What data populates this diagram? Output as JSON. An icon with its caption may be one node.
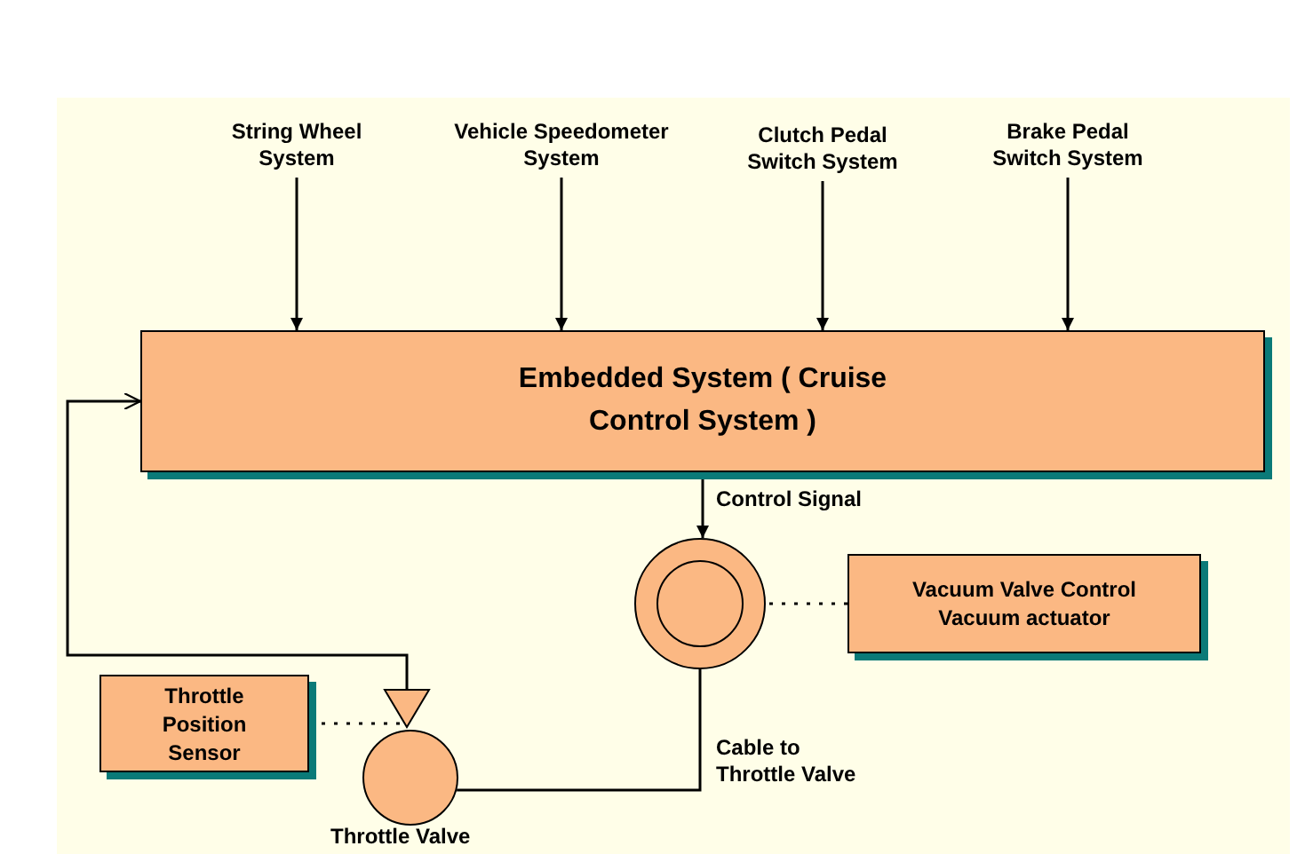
{
  "diagram": {
    "nodes": [
      {
        "text": [
          "String Wheel System"
        ]
      },
      {
        "text": [
          "Vehicle Speedometer System"
        ]
      },
      {
        "text": [
          "Clutch Pedal Switch System"
        ]
      },
      {
        "text": [
          "Brake Pedal Switch System"
        ]
      },
      {
        "text": [
          "Embedded System ( Cruise Control System )"
        ]
      },
      {
        "text": [],
        "shape": "circle"
      },
      {
        "text": [
          "Vacuum Valve Control Vacuum actuator"
        ]
      },
      {
        "text": [
          "Throttle Position Sensor"
        ]
      },
      {
        "text": [],
        "shape": "triangle"
      },
      {
        "text": [],
        "shape": "circle",
        "beside": [
          "Throttle Valve"
        ]
      }
    ],
    "edges": [
      {
        "from": 0,
        "to": 4,
        "arrow": "to"
      },
      {
        "from": 1,
        "to": 4,
        "arrow": "to"
      },
      {
        "from": 2,
        "to": 4,
        "arrow": "to"
      },
      {
        "from": 3,
        "to": 4,
        "arrow": "to"
      },
      {
        "from": 4,
        "to": 5,
        "arrow": "to",
        "label": "Control Signal"
      },
      {
        "from": 5,
        "to": 9,
        "arrow": "none",
        "label": "Cable to Throttle Valve"
      },
      {
        "from": 6,
        "to": 5,
        "arrow": "none",
        "style": "dashed"
      },
      {
        "from": 7,
        "to": 8,
        "arrow": "none",
        "style": "dashed"
      },
      {
        "from": 8,
        "to": 4,
        "arrow": "to"
      }
    ]
  }
}
